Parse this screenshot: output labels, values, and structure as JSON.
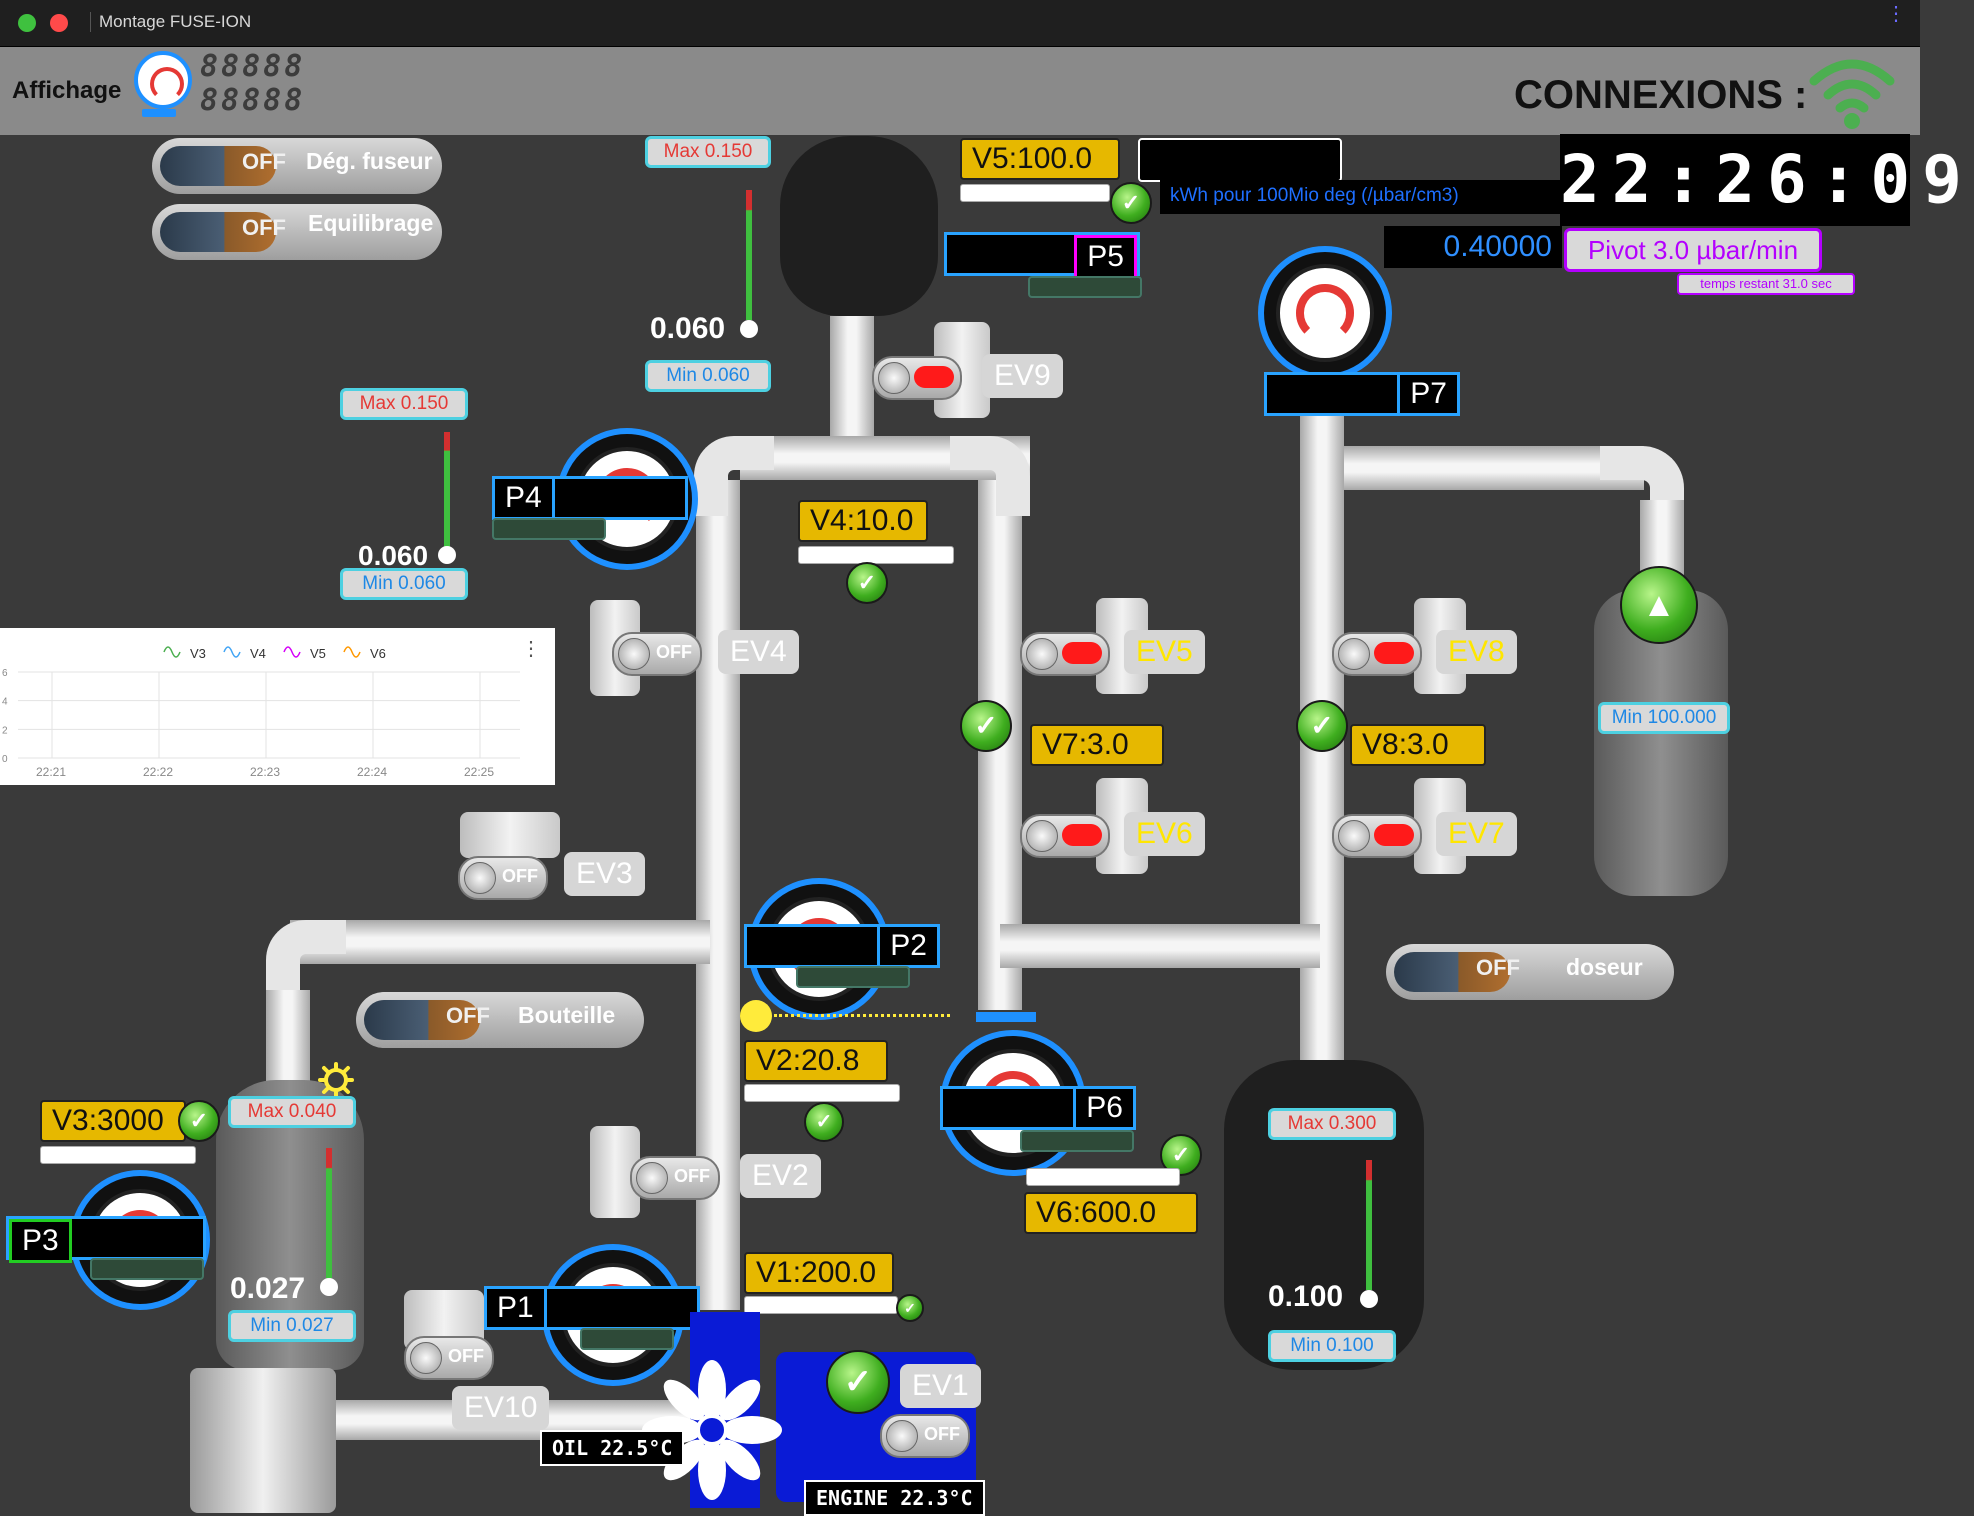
{
  "window": {
    "title": "Montage FUSE-ION"
  },
  "toolbar": {
    "affichage_label": "Affichage",
    "seg_top": "88888",
    "seg_bottom": "88888",
    "connexions_label": "CONNEXIONS :"
  },
  "switches": {
    "deg_fuseur": {
      "state": "OFF",
      "label": "Dég. fuseur"
    },
    "equilibrage": {
      "state": "OFF",
      "label": "Equilibrage"
    },
    "bouteille": {
      "state": "OFF",
      "label": "Bouteille"
    },
    "doseur": {
      "state": "OFF",
      "label": "doseur"
    }
  },
  "clock": {
    "time": "22:26:09"
  },
  "kwh_label": "kWh pour 100Mio deg  (/µbar/cm3)",
  "pivot": {
    "value": "0.40000",
    "label": "Pivot 3.0 µbar/min",
    "remaining": "temps restant 31.0 sec"
  },
  "tanks": {
    "top": {
      "max": "Max 0.150",
      "value": "0.060",
      "min": "Min 0.060"
    },
    "left": {
      "max": "Max 0.150",
      "value": "0.060",
      "min": "Min 0.060"
    },
    "bottom_left": {
      "max": "Max 0.040",
      "value": "0.027",
      "min": "Min 0.027"
    },
    "bottom_right": {
      "max": "Max 0.300",
      "value": "0.100",
      "min": "Min 0.100"
    },
    "right": {
      "min": "Min 100.000"
    }
  },
  "valves": {
    "V1": "V1:200.0",
    "V2": "V2:20.8",
    "V3": "V3:3000",
    "V4": "V4:10.0",
    "V5": "V5:100.0",
    "V6": "V6:600.0",
    "V7": "V7:3.0",
    "V8": "V8:3.0"
  },
  "ev": {
    "EV1": {
      "label": "EV1",
      "state": "OFF"
    },
    "EV2": {
      "label": "EV2",
      "state": "OFF"
    },
    "EV3": {
      "label": "EV3",
      "state": "OFF"
    },
    "EV4": {
      "label": "EV4",
      "state": "OFF"
    },
    "EV5": {
      "label": "EV5"
    },
    "EV6": {
      "label": "EV6"
    },
    "EV7": {
      "label": "EV7"
    },
    "EV8": {
      "label": "EV8"
    },
    "EV9": {
      "label": "EV9"
    },
    "EV10": {
      "label": "EV10",
      "state": "OFF"
    }
  },
  "pressure": {
    "P1": "P1",
    "P2": "P2",
    "P3": "P3",
    "P4": "P4",
    "P5": "P5",
    "P6": "P6",
    "P7": "P7"
  },
  "readouts": {
    "oil": "OIL 22.5°C",
    "engine": "ENGINE 22.3°C"
  },
  "chart_data": {
    "type": "line",
    "series": [
      {
        "name": "V3",
        "color": "#4caf50",
        "values": []
      },
      {
        "name": "V4",
        "color": "#42a5f5",
        "values": []
      },
      {
        "name": "V5",
        "color": "#d500f9",
        "values": []
      },
      {
        "name": "V6",
        "color": "#ff9800",
        "values": []
      }
    ],
    "x_ticks": [
      "22:21",
      "22:22",
      "22:23",
      "22:24",
      "22:25"
    ],
    "y_ticks": [
      "0",
      "2",
      "4",
      "6"
    ],
    "grid": true,
    "legend": "top"
  }
}
